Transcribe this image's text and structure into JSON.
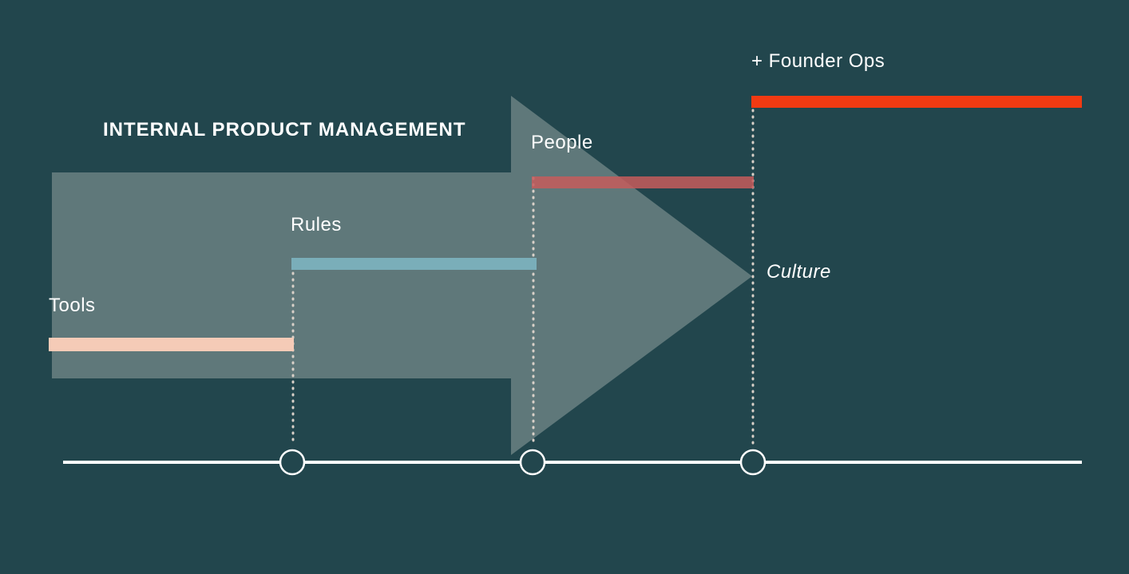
{
  "title": "INTERNAL PRODUCT MANAGEMENT",
  "stages": [
    {
      "label": "Tools",
      "color": "#f5cbb7"
    },
    {
      "label": "Rules",
      "color": "#7aaeb9"
    },
    {
      "label": "People",
      "color": "#c55c5c"
    },
    {
      "label": "+ Founder Ops",
      "color": "#f23a12"
    }
  ],
  "arrow_tip_label": "Culture",
  "colors": {
    "background": "#22464d",
    "arrow": "#5f787a",
    "timeline": "#ffffff",
    "dotted_line": "#d8d0c8"
  }
}
